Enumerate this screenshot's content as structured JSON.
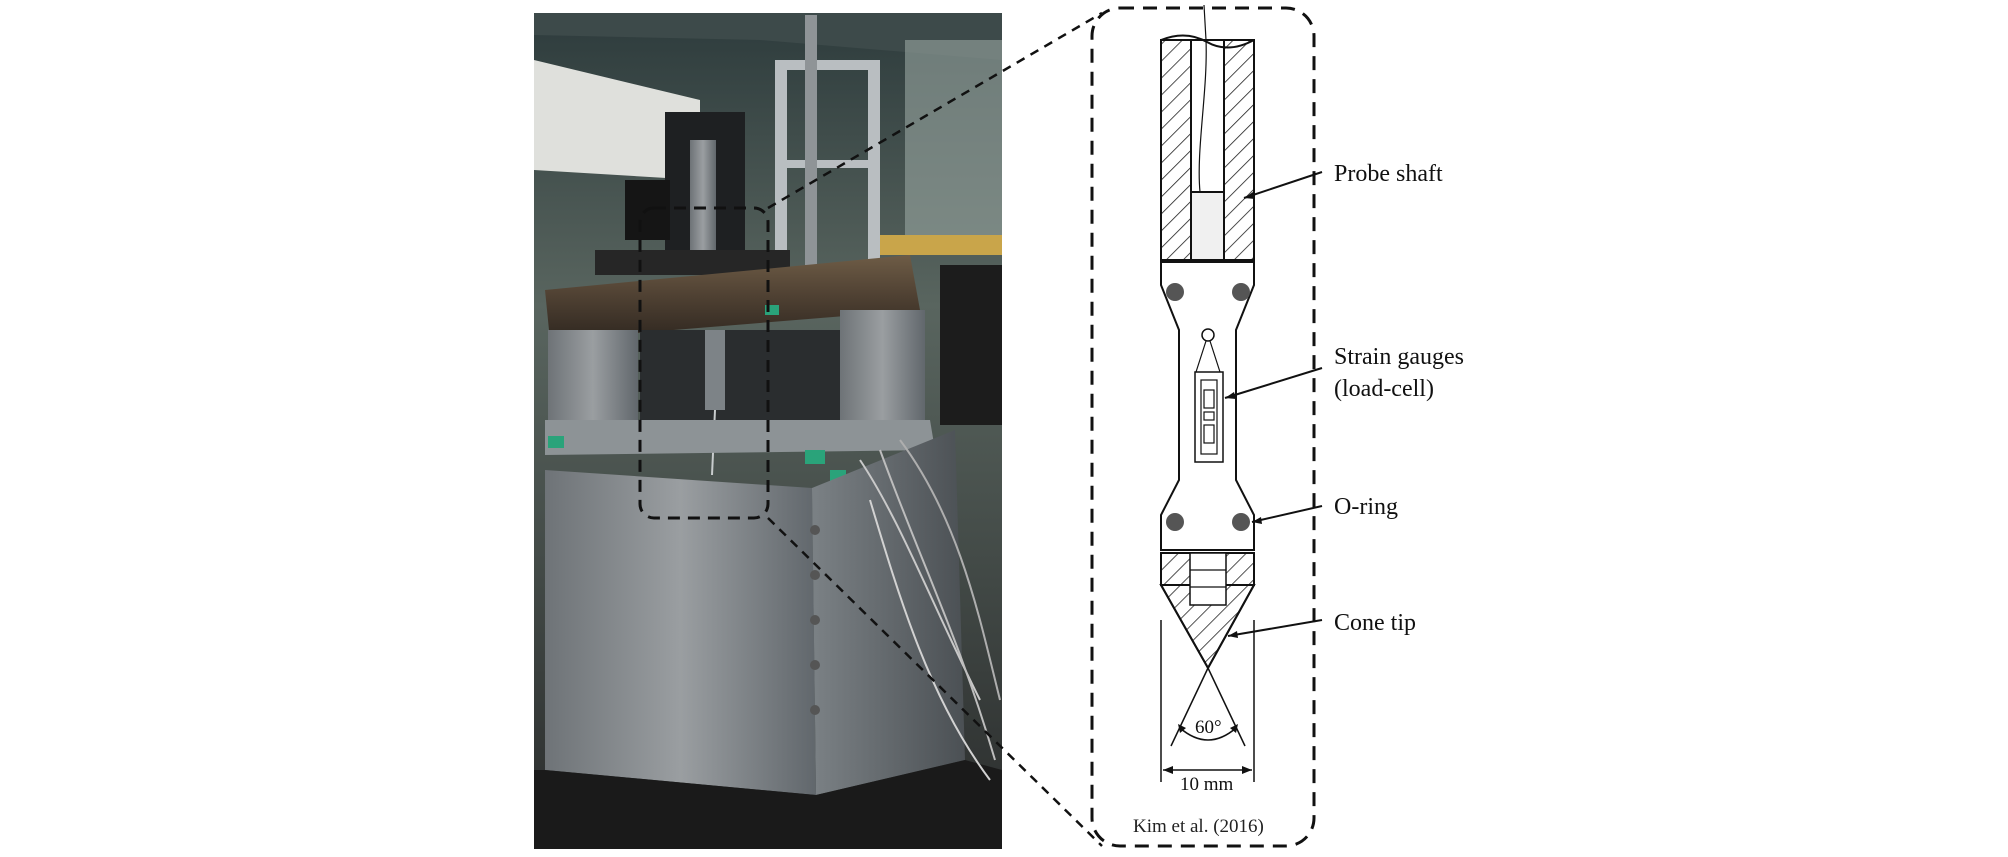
{
  "diagram": {
    "labels": {
      "probe_shaft": "Probe shaft",
      "strain_gauges_line1": "Strain gauges",
      "strain_gauges_line2": "(load-cell)",
      "o_ring": "O-ring",
      "cone_tip": "Cone tip"
    },
    "dimensions": {
      "angle": "60°",
      "width": "10 mm"
    },
    "citation": "Kim et al. (2016)"
  },
  "colors": {
    "line": "#111111",
    "oring_fill": "#555555",
    "shaft_fill": "#f0f0f0"
  }
}
